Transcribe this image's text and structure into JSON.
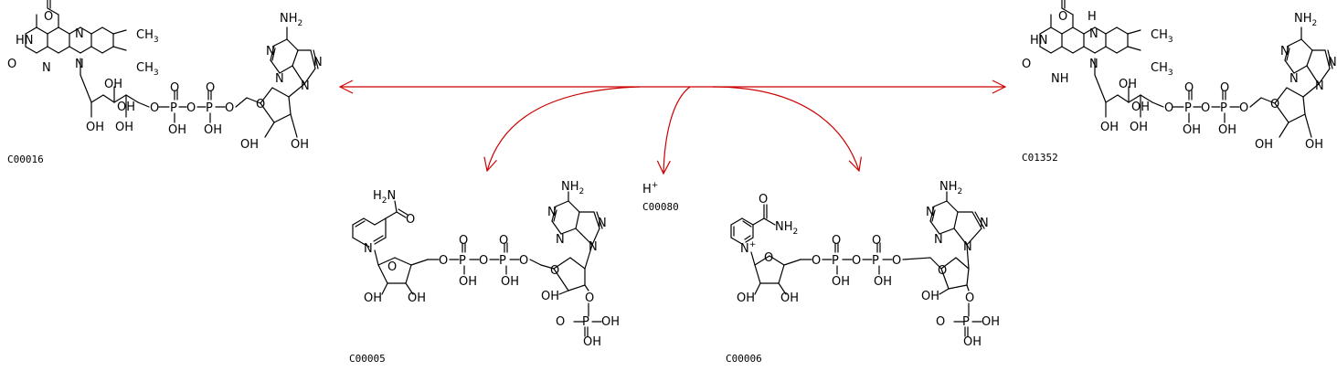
{
  "reaction": {
    "arrow_color": "#cc0000",
    "compounds": [
      {
        "id": "C00016",
        "role": "substrate"
      },
      {
        "id": "C01352",
        "role": "product"
      },
      {
        "id": "C00005",
        "role": "product"
      },
      {
        "id": "C00080",
        "role": "product"
      },
      {
        "id": "C00006",
        "role": "substrate"
      }
    ]
  },
  "labels": {
    "o": "O",
    "n": "N",
    "hn": "HN",
    "h": "H",
    "nh": "NH",
    "nh2": "NH",
    "two": "2",
    "ch3": "CH",
    "three": "3",
    "oh": "OH",
    "p": "P",
    "plus": "+",
    "hplus": "H"
  }
}
